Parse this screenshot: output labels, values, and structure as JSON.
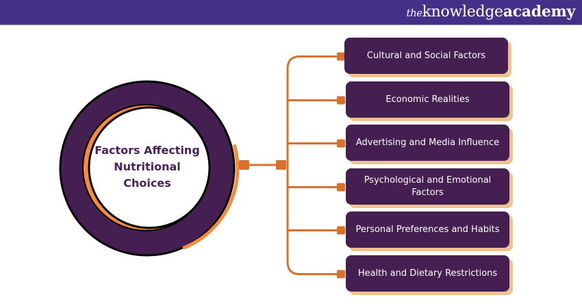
{
  "header": {
    "logo_prefix": "the",
    "logo_main": "knowledge",
    "logo_suffix": "academy",
    "background": "#433088"
  },
  "diagram": {
    "central_topic": "Factors Affecting Nutritional Choices",
    "colors": {
      "ring": "#461f52",
      "accent": "#f68b3b",
      "connector": "#d8702e",
      "box": "#461f52",
      "box_shadow": "#efc38f",
      "central_text": "#4a1f5e"
    },
    "factors": [
      {
        "label": "Cultural and Social Factors"
      },
      {
        "label": "Economic Realities"
      },
      {
        "label": "Advertising and Media Influence"
      },
      {
        "label": "Psychological and Emotional Factors"
      },
      {
        "label": "Personal Preferences and Habits"
      },
      {
        "label": "Health and Dietary Restrictions"
      }
    ]
  }
}
